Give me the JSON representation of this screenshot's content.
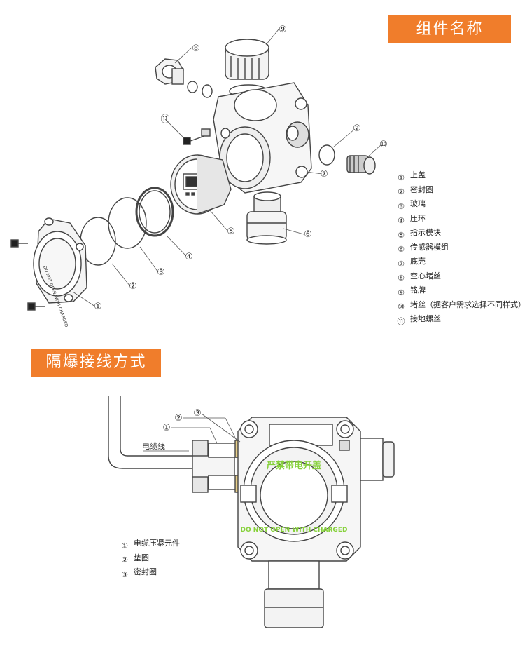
{
  "sections": {
    "components_title": "组件名称",
    "wiring_title": "隔爆接线方式"
  },
  "callouts": [
    "①",
    "②",
    "③",
    "④",
    "⑤",
    "⑥",
    "⑦",
    "⑧",
    "⑨",
    "⑩",
    "⑪"
  ],
  "components": [
    {
      "num": "①",
      "label": "上盖"
    },
    {
      "num": "②",
      "label": "密封圈"
    },
    {
      "num": "③",
      "label": "玻璃"
    },
    {
      "num": "④",
      "label": "压环"
    },
    {
      "num": "⑤",
      "label": "指示模块"
    },
    {
      "num": "⑥",
      "label": "传感器模组"
    },
    {
      "num": "⑦",
      "label": "底壳"
    },
    {
      "num": "⑧",
      "label": "空心堵丝"
    },
    {
      "num": "⑨",
      "label": "铭牌"
    },
    {
      "num": "⑩",
      "label": "堵丝（据客户需求选择不同样式）"
    },
    {
      "num": "⑪",
      "label": "接地螺丝"
    }
  ],
  "wiring": {
    "cable_label": "电缆线",
    "parts": [
      {
        "num": "①",
        "label": "电缆压紧元件"
      },
      {
        "num": "②",
        "label": "垫圈"
      },
      {
        "num": "③",
        "label": "密封圈"
      }
    ],
    "cover_text_cn": "严禁带电开盖",
    "cover_text_en": "DO NOT OPEN WITH CHARGED",
    "exploded_cover_text": "DO NOT OPEN WITH CHARGED"
  },
  "colors": {
    "banner": "#f07d2b",
    "line": "#444444",
    "warning_text": "#86d13a",
    "cable_tan": "#e8cf8a"
  }
}
